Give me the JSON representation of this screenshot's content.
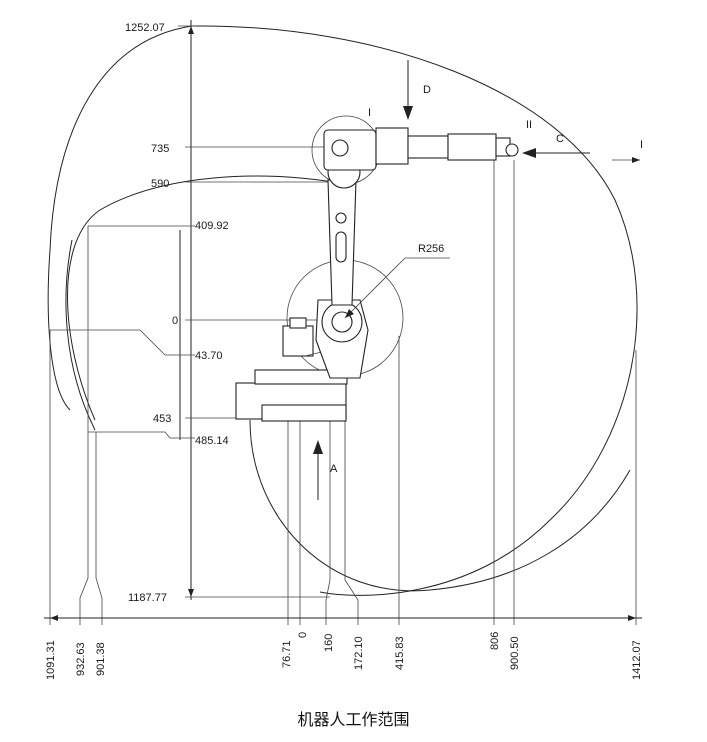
{
  "caption": "机器人工作范围",
  "vertical_dims": [
    {
      "id": "v1",
      "text": "1252.07"
    },
    {
      "id": "v2",
      "text": "735"
    },
    {
      "id": "v3",
      "text": "590"
    },
    {
      "id": "v4",
      "text": "409.92"
    },
    {
      "id": "v5",
      "text": "0"
    },
    {
      "id": "v6",
      "text": "43.70"
    },
    {
      "id": "v7",
      "text": "453"
    },
    {
      "id": "v8",
      "text": "485.14"
    },
    {
      "id": "v9",
      "text": "1187.77"
    }
  ],
  "horizontal_dims": [
    {
      "id": "h1",
      "text": "1091.31"
    },
    {
      "id": "h2",
      "text": "932.63"
    },
    {
      "id": "h3",
      "text": "901.38"
    },
    {
      "id": "h4",
      "text": "76.71"
    },
    {
      "id": "h5",
      "text": "0"
    },
    {
      "id": "h6",
      "text": "160"
    },
    {
      "id": "h7",
      "text": "172.10"
    },
    {
      "id": "h8",
      "text": "415.83"
    },
    {
      "id": "h9",
      "text": "806"
    },
    {
      "id": "h10",
      "text": "900.50"
    },
    {
      "id": "h11",
      "text": "1412.07"
    }
  ],
  "labels": {
    "radius": "R256",
    "view_d": "D",
    "view_c": "C",
    "view_a": "A",
    "detail_1": "I",
    "detail_2": "II",
    "detail_3": "I"
  }
}
